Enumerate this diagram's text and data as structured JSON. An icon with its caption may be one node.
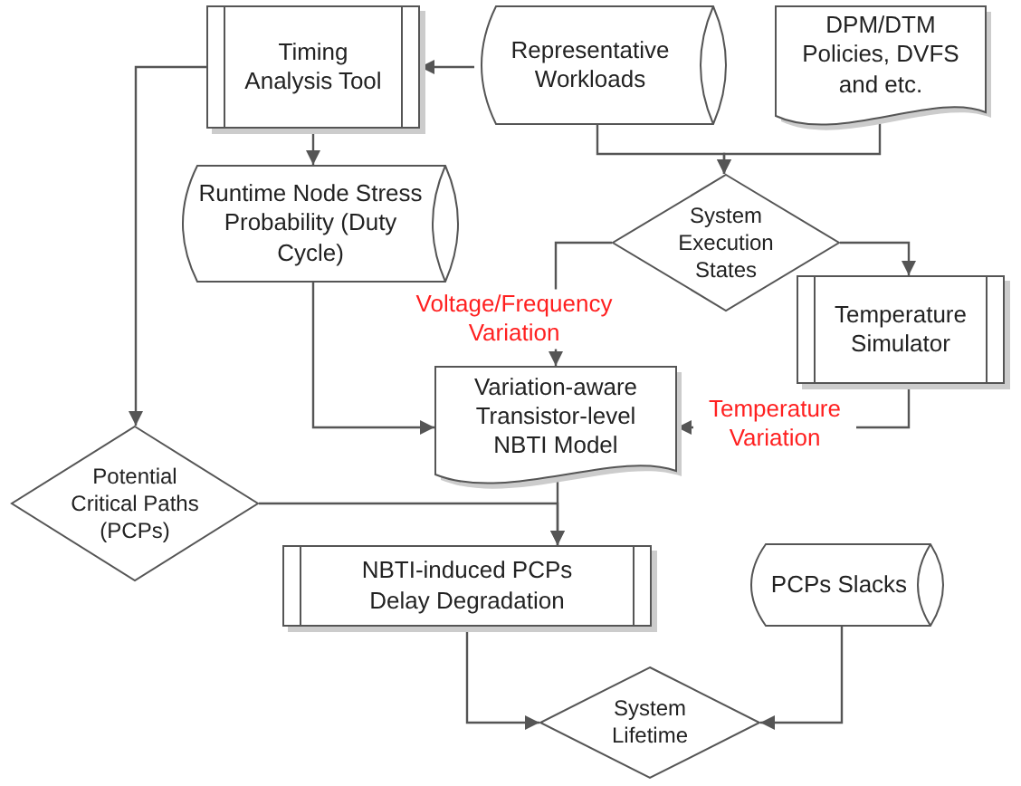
{
  "diagram": {
    "nodes": [
      {
        "text": [
          "Timing Analysis Tool"
        ]
      },
      {
        "text": [
          "Representative Workloads"
        ]
      },
      {
        "text": [
          "DPM/DTM Policies, DVFS and etc."
        ]
      },
      {
        "text": [
          "Runtime Node Stress Probability (Duty Cycle)"
        ]
      },
      {
        "text": [
          "System Execution States"
        ]
      },
      {
        "text": [
          "Temperature Simulator"
        ]
      },
      {
        "text": [
          "Variation-aware Transistor-level NBTI Model"
        ]
      },
      {
        "text": [
          "Potential Critical Paths (PCPs)"
        ]
      },
      {
        "text": [
          "NBTI-induced PCPs Delay Degradation"
        ]
      },
      {
        "text": [
          "PCPs Slacks"
        ]
      },
      {
        "text": [
          "System Lifetime"
        ]
      }
    ],
    "edges": [
      {
        "from": 1,
        "to": 0,
        "arrow": "to"
      },
      {
        "from": 0,
        "to": 3,
        "arrow": "to"
      },
      {
        "from": 0,
        "to": 7,
        "arrow": "to"
      },
      {
        "from": 1,
        "to": 4,
        "arrow": "to"
      },
      {
        "from": 2,
        "to": 4,
        "arrow": "to"
      },
      {
        "from": 4,
        "to": 6,
        "arrow": "to",
        "label": "Voltage/Frequency Variation"
      },
      {
        "from": 4,
        "to": 5,
        "arrow": "to"
      },
      {
        "from": 3,
        "to": 6,
        "arrow": "to"
      },
      {
        "from": 5,
        "to": 6,
        "arrow": "to",
        "label": "Temperature Variation"
      },
      {
        "from": 6,
        "to": 8,
        "arrow": "to"
      },
      {
        "from": 7,
        "to": 8,
        "arrow": "to"
      },
      {
        "from": 8,
        "to": 10,
        "arrow": "to"
      },
      {
        "from": 9,
        "to": 10,
        "arrow": "to"
      }
    ]
  }
}
